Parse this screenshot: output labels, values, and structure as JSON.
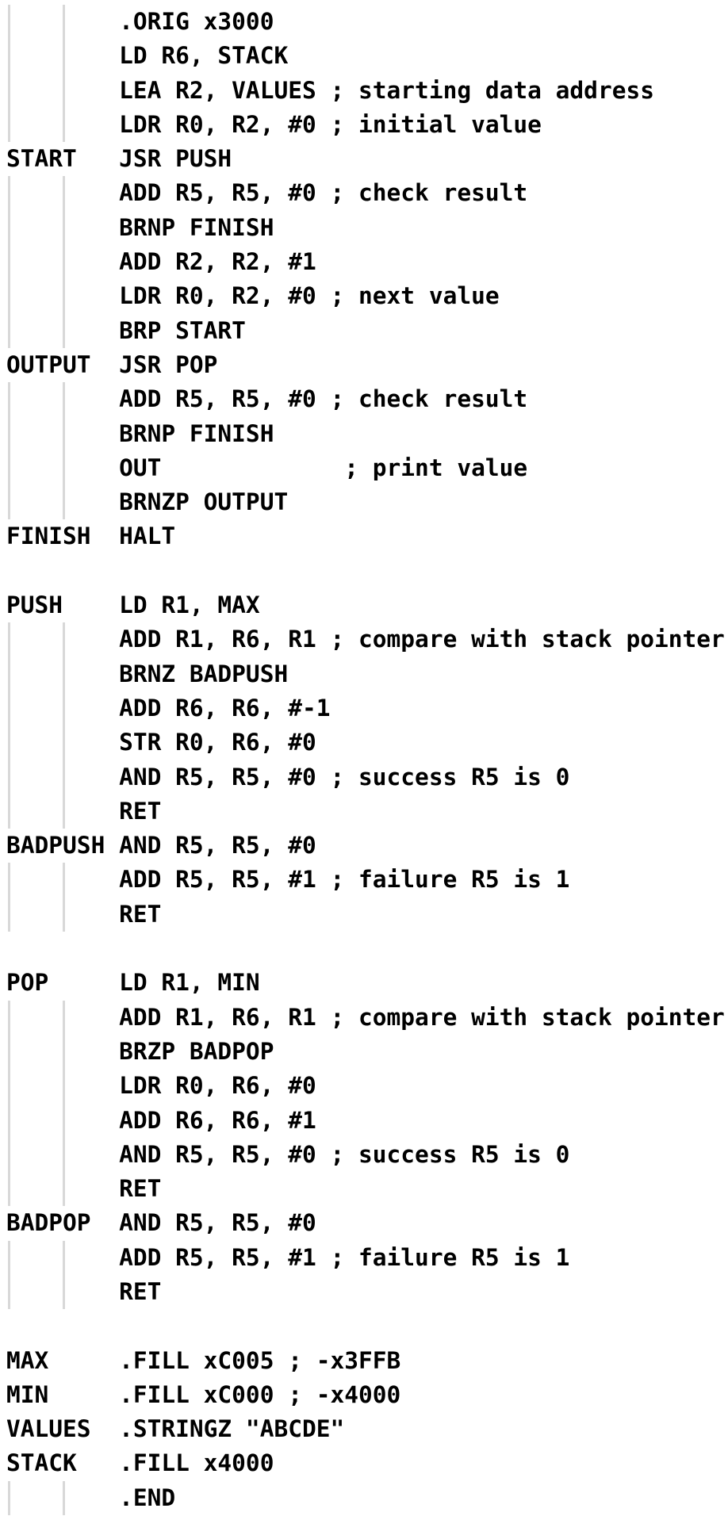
{
  "page": {
    "background": "#ffffff",
    "text_color": "#000000",
    "indent_guide_color": "#d8d8d8"
  },
  "code": {
    "origin_directive": ".ORIG x3000",
    "end_directive": ".END",
    "labels": [
      "START",
      "OUTPUT",
      "FINISH",
      "PUSH",
      "BADPUSH",
      "POP",
      "BADPOP",
      "MAX",
      "MIN",
      "VALUES",
      "STACK"
    ],
    "lines": [
      {
        "text": "        .ORIG x3000",
        "guides": true
      },
      {
        "text": "        LD R6, STACK",
        "guides": true
      },
      {
        "text": "        LEA R2, VALUES ; starting data address",
        "guides": true
      },
      {
        "text": "        LDR R0, R2, #0 ; initial value",
        "guides": true
      },
      {
        "text": "START   JSR PUSH",
        "guides": false
      },
      {
        "text": "        ADD R5, R5, #0 ; check result",
        "guides": true
      },
      {
        "text": "        BRNP FINISH",
        "guides": true
      },
      {
        "text": "        ADD R2, R2, #1",
        "guides": true
      },
      {
        "text": "        LDR R0, R2, #0 ; next value",
        "guides": true
      },
      {
        "text": "        BRP START",
        "guides": true
      },
      {
        "text": "OUTPUT  JSR POP",
        "guides": false
      },
      {
        "text": "        ADD R5, R5, #0 ; check result",
        "guides": true
      },
      {
        "text": "        BRNP FINISH",
        "guides": true
      },
      {
        "text": "        OUT             ; print value",
        "guides": true
      },
      {
        "text": "        BRNZP OUTPUT",
        "guides": true
      },
      {
        "text": "FINISH  HALT",
        "guides": false
      },
      {
        "text": "",
        "guides": false
      },
      {
        "text": "PUSH    LD R1, MAX",
        "guides": false
      },
      {
        "text": "        ADD R1, R6, R1 ; compare with stack pointer",
        "guides": true
      },
      {
        "text": "        BRNZ BADPUSH",
        "guides": true
      },
      {
        "text": "        ADD R6, R6, #-1",
        "guides": true
      },
      {
        "text": "        STR R0, R6, #0",
        "guides": true
      },
      {
        "text": "        AND R5, R5, #0 ; success R5 is 0",
        "guides": true
      },
      {
        "text": "        RET",
        "guides": true
      },
      {
        "text": "BADPUSH AND R5, R5, #0",
        "guides": false
      },
      {
        "text": "        ADD R5, R5, #1 ; failure R5 is 1",
        "guides": true
      },
      {
        "text": "        RET",
        "guides": true
      },
      {
        "text": "",
        "guides": false
      },
      {
        "text": "POP     LD R1, MIN",
        "guides": false
      },
      {
        "text": "        ADD R1, R6, R1 ; compare with stack pointer",
        "guides": true
      },
      {
        "text": "        BRZP BADPOP",
        "guides": true
      },
      {
        "text": "        LDR R0, R6, #0",
        "guides": true
      },
      {
        "text": "        ADD R6, R6, #1",
        "guides": true
      },
      {
        "text": "        AND R5, R5, #0 ; success R5 is 0",
        "guides": true
      },
      {
        "text": "        RET",
        "guides": true
      },
      {
        "text": "BADPOP  AND R5, R5, #0",
        "guides": false
      },
      {
        "text": "        ADD R5, R5, #1 ; failure R5 is 1",
        "guides": true
      },
      {
        "text": "        RET",
        "guides": true
      },
      {
        "text": "",
        "guides": false
      },
      {
        "text": "MAX     .FILL xC005 ; -x3FFB",
        "guides": false
      },
      {
        "text": "MIN     .FILL xC000 ; -x4000",
        "guides": false
      },
      {
        "text": "VALUES  .STRINGZ \"ABCDE\"",
        "guides": false
      },
      {
        "text": "STACK   .FILL x4000",
        "guides": false
      },
      {
        "text": "        .END",
        "guides": true
      }
    ]
  }
}
